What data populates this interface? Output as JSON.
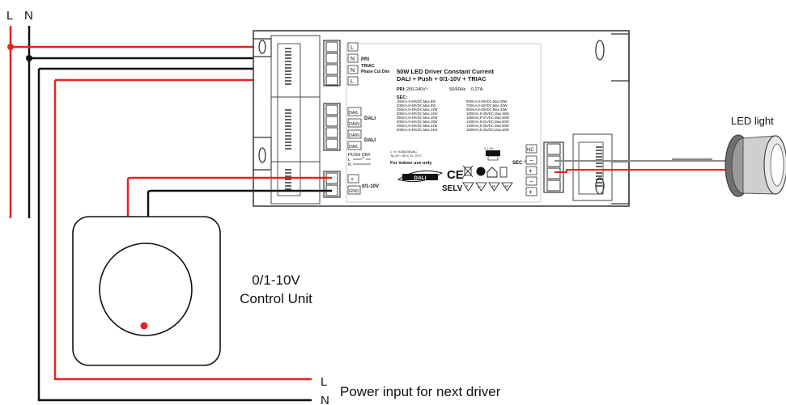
{
  "mains": {
    "l": "L",
    "n": "N"
  },
  "driver": {
    "title": "50W LED Driver Constant Current",
    "subtitle": "DALI + Push + 0/1-10V + TRIAC",
    "pri_label": "PRI:",
    "pri_voltage": "200-240V~",
    "pri_freq": "50/60Hz",
    "pri_current": "0.27A",
    "sec_label": "SEC:",
    "sec_left": [
      "180mA,9-48VDC,Max.6W",
      "200mA,9-48VDC,Max.9W",
      "250mA,9-48VDC,Max.12W",
      "300mA,9-48VDC,Max.14W",
      "350mA,9-48VDC,Max.16W",
      "400mA,9-48VDC,Max.19W",
      "450mA,9-48VDC,Max.21W",
      "500mA,9-48VDC,Max.24W"
    ],
    "sec_right": [
      "600mA,9-48VDC,Max.28W",
      "700mA,9-48VDC,Max.33W",
      "900mA,9-48VDC,Max.43W",
      "1000mA,9-48VDC,Max.48W",
      "1050mA,9-47VDC,Max.50W",
      "1200mA,9-41VDC,Max.50W",
      "1400mA,9-35VDC,Max.50W",
      "1500mA,9-33VDC,Max.50W"
    ],
    "ratings_1": "λ >0. 93@230VAC",
    "ratings_2": "Ta:-20~+45°C     Tc: 75°C",
    "indoor": "For indoor use only",
    "dali_logo": "DALI",
    "ce": "CE",
    "selv": "SELV",
    "dim_badge": "0-1-10v",
    "sec_tag": "SEC",
    "badges": [
      "F",
      "HVI",
      "M",
      "M"
    ]
  },
  "terminals": {
    "pri": [
      "L",
      "N",
      "N",
      "L"
    ],
    "pri_label": "PRI",
    "triac_label": "TRIAC",
    "phase_label": "Phase Cut Dim",
    "dali": [
      "DA/L",
      "DA/N",
      "DA/N",
      "DA/L"
    ],
    "dali_label": "DALI",
    "push_label": "PUSH DIM",
    "push_l": "L",
    "push_n": "N",
    "dim": [
      "+",
      "GND"
    ],
    "dim_label": "0/1-10V",
    "output": [
      "NC",
      "−",
      "+",
      "−",
      "+"
    ]
  },
  "control_unit": {
    "line1": "0/1-10V",
    "line2": "Control Unit"
  },
  "led_label": "LED light",
  "next": {
    "l": "L",
    "n": "N",
    "text": "Power input for next driver"
  },
  "colors": {
    "red": "#e52320",
    "wire": "#111111",
    "gray": "#8a8a8a",
    "terminal": "#d9d9d9"
  }
}
